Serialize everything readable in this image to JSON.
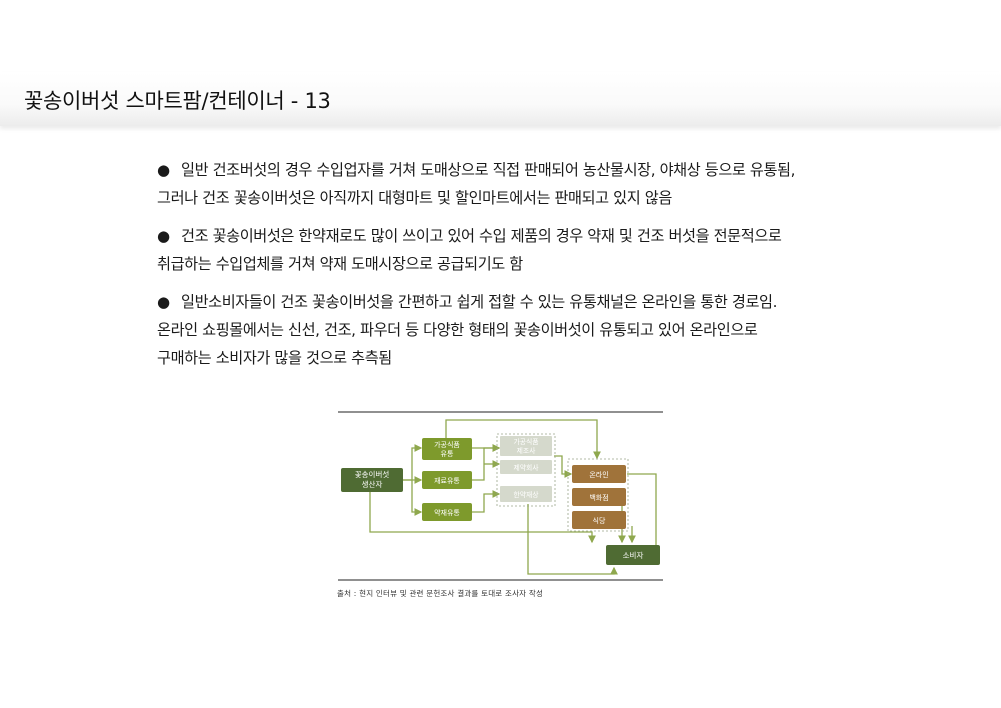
{
  "header": {
    "title": "꽃송이버섯 스마트팜/컨테이너 - 13"
  },
  "bullet_symbol": "●",
  "paragraphs": [
    {
      "lines": [
        "일반 건조버섯의 경우 수입업자를 거쳐 도매상으로 직접 판매되어 농산물시장, 야채상 등으로 유통됨,",
        "그러나 건조 꽃송이버섯은 아직까지 대형마트 및 할인마트에서는 판매되고 있지 않음"
      ]
    },
    {
      "lines": [
        "건조 꽃송이버섯은 한약재로도 많이 쓰이고 있어 수입 제품의 경우 약재 및 건조 버섯을 전문적으로",
        "취급하는 수입업체를 거쳐 약재 도매시장으로 공급되기도 함"
      ]
    },
    {
      "lines": [
        "일반소비자들이 건조 꽃송이버섯을 간편하고 쉽게 접할 수 있는 유통채널은 온라인을 통한 경로임.",
        "온라인 쇼핑몰에서는 신선, 건조, 파우더 등 다양한 형태의 꽃송이버섯이 유통되고 있어 온라인으로",
        "구매하는 소비자가 많을 것으로 추측됨"
      ]
    }
  ],
  "diagram": {
    "producer": [
      "꽃송이버섯",
      "생산자"
    ],
    "processed_food": [
      "가공식품",
      "유통"
    ],
    "raw_material": "재료유통",
    "herbal_material": "약재유통",
    "food_maker": [
      "가공식품",
      "제조사"
    ],
    "pharma": "제약회사",
    "herbal_shop": "한약재상",
    "online": "온라인",
    "department_store": "백화점",
    "restaurant": "식당",
    "consumer": "소비자",
    "colors": {
      "green_dark": "#4f6b33",
      "green_olive": "#7e9a2c",
      "grey_box": "#d5d9cc",
      "brown": "#a0733a",
      "arrow": "#8fa84e"
    }
  },
  "source_note": "출처 : 현지 인터뷰 및 관련 문헌조사 결과를 토대로 조사자 작성"
}
